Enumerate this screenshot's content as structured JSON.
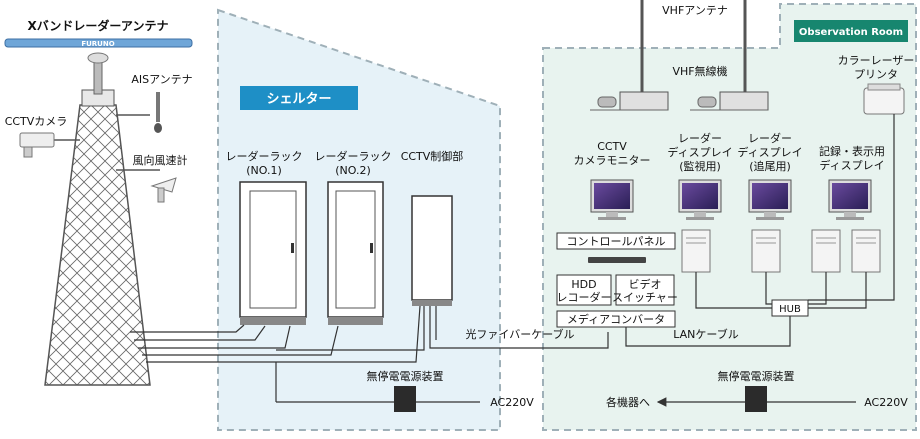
{
  "shelter": {
    "title": "シェルター"
  },
  "observation": {
    "title": "Observation Room"
  },
  "mast": {
    "x_band": "Xバンドレーダーアンテナ",
    "brand": "FURUNO",
    "ais": "AISアンテナ",
    "cctv_camera": "CCTVカメラ",
    "wind": "風向風速計"
  },
  "racks": {
    "rack1_line1": "レーダーラック",
    "rack1_line2": "(NO.1)",
    "rack2_line1": "レーダーラック",
    "rack2_line2": "(NO.2)",
    "cctv_control": "CCTV制御部"
  },
  "vhf": {
    "antenna": "VHFアンテナ",
    "radio": "VHF無線機"
  },
  "devices": {
    "printer_line1": "カラーレーザー",
    "printer_line2": "プリンタ",
    "cctv_mon_line1": "CCTV",
    "cctv_mon_line2": "カメラモニター",
    "radar_watch_line1": "レーダー",
    "radar_watch_line2": "ディスプレイ",
    "radar_watch_line3": "(監視用)",
    "radar_track_line1": "レーダー",
    "radar_track_line2": "ディスプレイ",
    "radar_track_line3": "(追尾用)",
    "record_line1": "記録・表示用",
    "record_line2": "ディスプレイ"
  },
  "boxes": {
    "control_panel": "コントロールパネル",
    "hdd_line1": "HDD",
    "hdd_line2": "レコーダー",
    "video_line1": "ビデオ",
    "video_line2": "スイッチャー",
    "media_converter": "メディアコンバータ",
    "hub": "HUB"
  },
  "cables": {
    "fiber": "光ファイバーケーブル",
    "lan": "LANケーブル"
  },
  "power": {
    "ups_left": "無停電電源装置",
    "ac_left": "AC220V",
    "ups_right": "無停電電源装置",
    "ac_right": "AC220V",
    "to_devices": "各機器へ"
  },
  "colors": {
    "room_fill": "#e6f2f8",
    "room_fill_right": "#e8f3ef",
    "room_border": "#9fb0b8",
    "title_bg": "#1e8fc6",
    "observation_bg": "#17866f",
    "line": "#333333"
  }
}
